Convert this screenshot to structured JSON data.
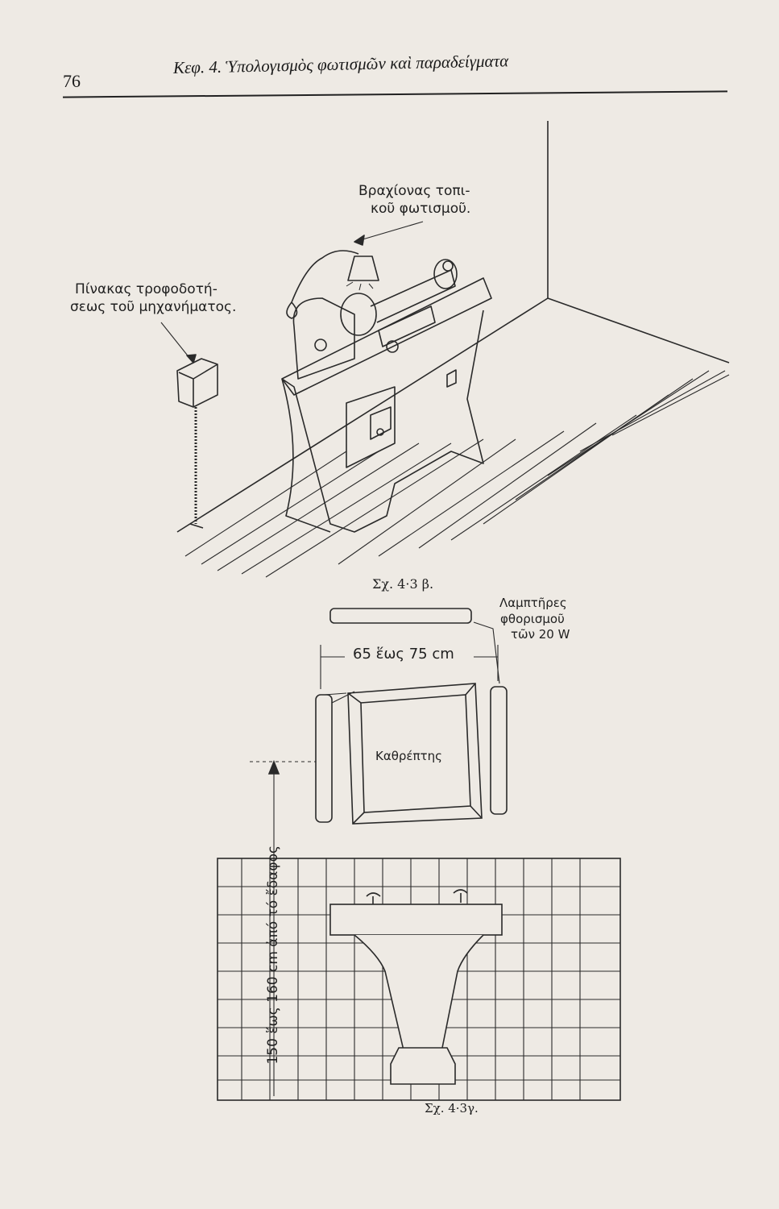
{
  "header": {
    "page_number": "76",
    "chapter_title": "Κεφ. 4. Ὑπολογισμὸς φωτισμῶν καὶ παραδείγματα"
  },
  "figure_b": {
    "caption": "Σχ. 4·3 β.",
    "arm_label_line1": "Βραχίονας τοπι-",
    "arm_label_line2": "κοῦ φωτισμοῦ.",
    "panel_label_line1": "Πίνακας τροφοδοτή-",
    "panel_label_line2": "σεως τοῦ μηχανήματος."
  },
  "figure_c": {
    "caption": "Σχ. 4·3γ.",
    "lamps_label_line1": "Λαμπτῆρες",
    "lamps_label_line2": "φθορισμοῦ",
    "lamps_label_line3": "τῶν 20 W",
    "width_label": "65 ἕως 75 cm",
    "mirror_label": "Καθρέπτης",
    "height_label": "150 ἕως 160 cm ἀπό τό ἔδαφος"
  }
}
